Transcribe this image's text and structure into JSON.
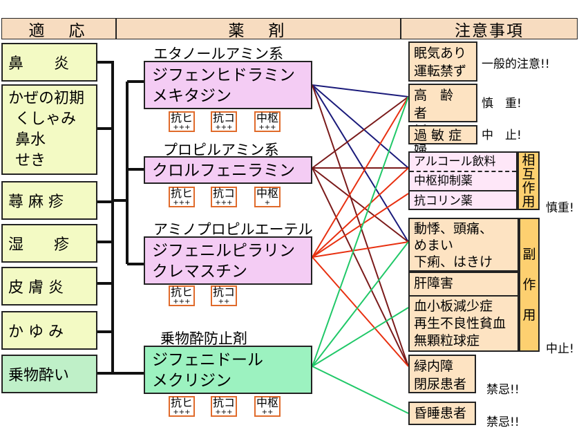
{
  "header": {
    "indication": "適　応",
    "drug": "薬　剤",
    "caution": "注意事項"
  },
  "indications": [
    "鼻　　炎",
    [
      "かぜの初期",
      "くしゃみ",
      "鼻水",
      "せき"
    ],
    "蕁 麻 疹",
    "湿　　疹",
    "皮 膚 炎",
    "か ゆ み",
    "乗物酔い"
  ],
  "groups": [
    {
      "class": "エタノールアミン系",
      "drugs": [
        "ジフェンヒドラミン",
        "メキタジン"
      ],
      "badges": [
        {
          "name": "抗ヒ",
          "level": "+++"
        },
        {
          "name": "抗コ",
          "level": "+++"
        },
        {
          "name": "中枢",
          "level": "+++"
        }
      ]
    },
    {
      "class": "プロピルアミン系",
      "drugs": [
        "クロルフェニラミン"
      ],
      "badges": [
        {
          "name": "抗ヒ",
          "level": "+++"
        },
        {
          "name": "抗コ",
          "level": "+++"
        },
        {
          "name": "中枢",
          "level": "+"
        }
      ]
    },
    {
      "class": "アミノプロピルエーテル",
      "drugs": [
        "ジフェニルピラリン",
        "クレマスチン"
      ],
      "badges": [
        {
          "name": "抗ヒ",
          "level": "+++"
        },
        {
          "name": "抗コ",
          "level": "++"
        }
      ]
    },
    {
      "class": "乗物酔防止剤",
      "drugs": [
        "ジフェニドール",
        "メクリジン"
      ],
      "badges": [
        {
          "name": "抗ヒ",
          "level": "+++"
        },
        {
          "name": "抗コ",
          "level": "+++"
        },
        {
          "name": "中枢",
          "level": "++"
        }
      ]
    }
  ],
  "cautions": {
    "drowsy": [
      "眠気あり",
      "運転禁ず"
    ],
    "drowsy_note": "一般的注意!!",
    "elderly": [
      "高　齢　者",
      "妊　　　婦"
    ],
    "elderly_note": "慎　重!",
    "allergy": "過 敏 症",
    "allergy_note": "中　止!",
    "alcohol": "アルコール飲料",
    "cns": "中枢抑制薬",
    "anticho": "抗コリン薬",
    "interaction_label": [
      "相",
      "互",
      "作",
      "用"
    ],
    "interaction_note": "慎重!",
    "side1": [
      "動悸、頭痛、",
      "めまい",
      "下痢、はきけ"
    ],
    "side2": "肝障害",
    "side3": [
      "血小板減少症",
      "再生不良性貧血",
      "無顆粒球症"
    ],
    "side_label": [
      "副",
      "作",
      "用"
    ],
    "side_note": "中止!",
    "glaucoma": [
      "緑内障",
      "閉尿患者"
    ],
    "glaucoma_note": "禁忌!!",
    "coma": "昏睡患者",
    "coma_note": "禁忌!!"
  },
  "colors": {
    "indication": "#f3fac4",
    "indication_green": "#bff0c8",
    "drug": "#f4ccf4",
    "drug_green": "#9cf2c0",
    "header": "#f7dcc0",
    "caution": "#fde3c2",
    "interaction": "#fee7f8",
    "label": "#fdd070",
    "line_navy": "#1a1a7a",
    "line_brown": "#7a1a1a",
    "line_red": "#e83010",
    "line_green": "#20c868"
  }
}
